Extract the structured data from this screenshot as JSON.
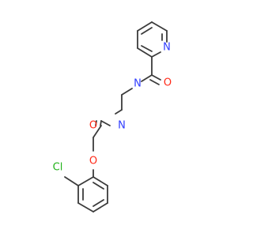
{
  "molecule": {
    "atom_labels": {
      "pyridine_n": "N",
      "amide_n_top": "N",
      "amide_n_mid": "N",
      "carbonyl_o_top": "O",
      "carbonyl_o_mid": "O",
      "ether_o": "O",
      "chlorine": "Cl"
    }
  },
  "colors": {
    "bond": "#3b3b3b",
    "nitrogen": "#2f3cff",
    "oxygen": "#ff2a18",
    "chlorine": "#21b21a",
    "background": "#ffffff"
  }
}
